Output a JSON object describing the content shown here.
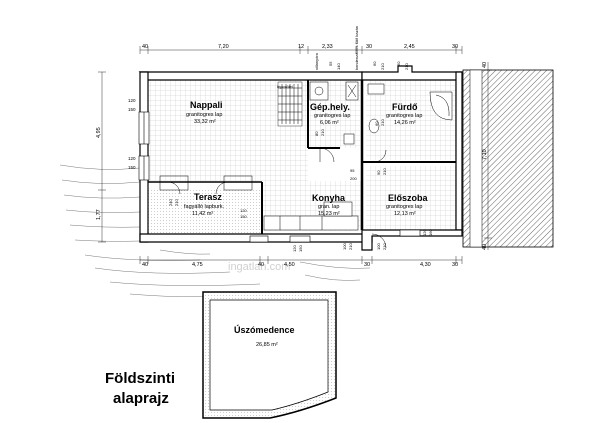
{
  "rooms": {
    "nappali": {
      "name": "Nappali",
      "floor": "granitogres lap",
      "area": "33,32 m²"
    },
    "gephely": {
      "name": "Gép.hely.",
      "floor": "granitogres lap",
      "area": "6,06 m²"
    },
    "furdo": {
      "name": "Fürdő",
      "floor": "granitogres lap",
      "area": "14,26 m²"
    },
    "terasz": {
      "name": "Terasz",
      "floor": "fagyálló lapburk.",
      "area": "11,42 m²"
    },
    "konyha": {
      "name": "Konyha",
      "floor": "gran. lap",
      "area": "15,23 m²"
    },
    "eloszoba": {
      "name": "Előszoba",
      "floor": "granitogres lap",
      "area": "12,13 m²"
    }
  },
  "pool": {
    "name": "Úszómedence",
    "area": "26,85 m²"
  },
  "title": {
    "line1": "Földszinti",
    "line2": "alaprajz"
  },
  "watermark": "ingatlan.com",
  "top_dims": [
    "40",
    "7,20",
    "12",
    "2,33",
    "30",
    "2,45",
    "30"
  ],
  "bottom_dims": [
    "40",
    "4,75",
    "40",
    "4,50",
    "30",
    "4,30",
    "30"
  ],
  "left_dims": [
    "4,95",
    "1,77"
  ],
  "right_dims": [
    "40",
    "7,10",
    "40"
  ],
  "labels": {
    "villanyora": "villanyóra",
    "kazan": "kondenzációs fűtő kazán",
    "lepcso": "lépcsőfel",
    "top_55": "55",
    "top_140": "140",
    "top_60a": "60",
    "top_210a": "210",
    "top_60b": "60",
    "top_210b": "210",
    "win_120": "120",
    "win_150": "150",
    "win2_120": "120",
    "win2_150": "150",
    "d_80": "80",
    "d_210": "210",
    "d_90": "90",
    "d_210b": "210",
    "d_60": "60",
    "d_210c": "210",
    "d_95": "95",
    "d_200": "200",
    "t_240": "240",
    "t_210": "210",
    "t_120": "120",
    "t_150": "150",
    "k_120": "120",
    "k_150": "150",
    "e_120": "120",
    "e_160": "160",
    "e_100": "100",
    "e_210": "210",
    "e2_100": "100",
    "e2_210": "210"
  }
}
